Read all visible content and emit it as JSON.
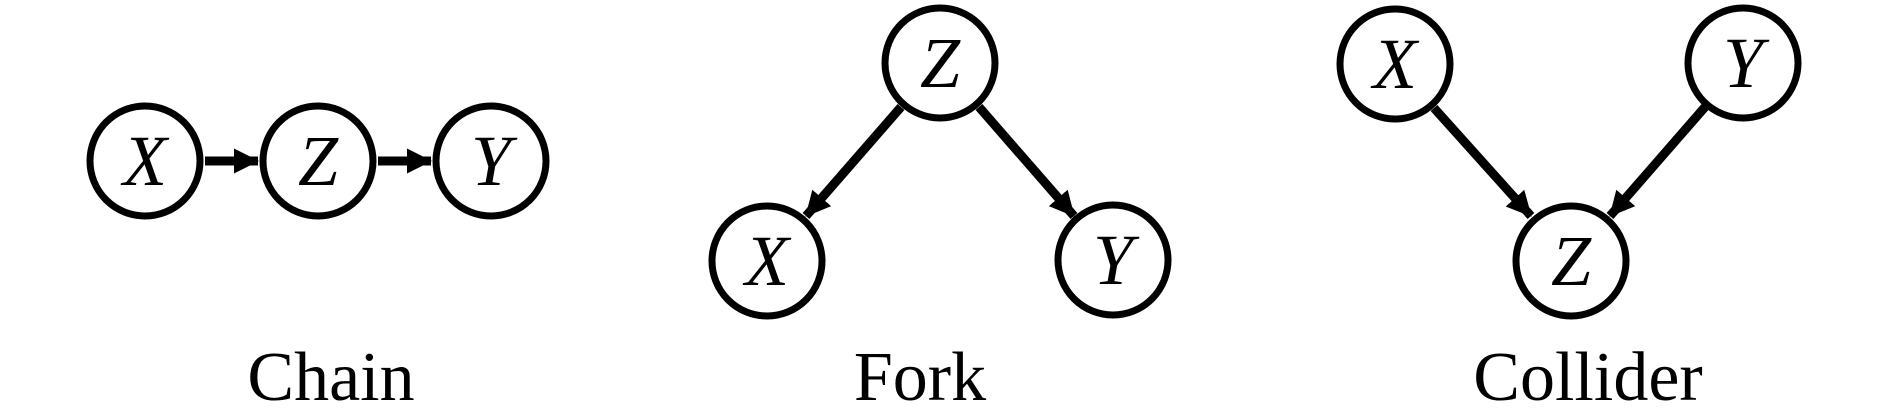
{
  "figure": {
    "background_color": "#ffffff",
    "line_color": "#000000",
    "diagrams": [
      {
        "name": "chain",
        "caption": "Chain",
        "nodes": [
          {
            "id": "X",
            "label": "X"
          },
          {
            "id": "Z",
            "label": "Z"
          },
          {
            "id": "Y",
            "label": "Y"
          }
        ],
        "edges": [
          {
            "from": "X",
            "to": "Z"
          },
          {
            "from": "Z",
            "to": "Y"
          }
        ]
      },
      {
        "name": "fork",
        "caption": "Fork",
        "nodes": [
          {
            "id": "Z",
            "label": "Z"
          },
          {
            "id": "X",
            "label": "X"
          },
          {
            "id": "Y",
            "label": "Y"
          }
        ],
        "edges": [
          {
            "from": "Z",
            "to": "X"
          },
          {
            "from": "Z",
            "to": "Y"
          }
        ]
      },
      {
        "name": "collider",
        "caption": "Collider",
        "nodes": [
          {
            "id": "X",
            "label": "X"
          },
          {
            "id": "Y",
            "label": "Y"
          },
          {
            "id": "Z",
            "label": "Z"
          }
        ],
        "edges": [
          {
            "from": "X",
            "to": "Z"
          },
          {
            "from": "Y",
            "to": "Z"
          }
        ]
      }
    ]
  }
}
